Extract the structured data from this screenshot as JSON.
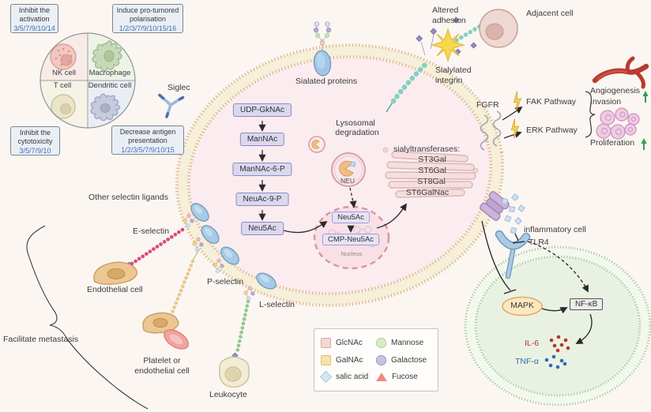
{
  "immune": {
    "box_activation": {
      "l1": "Inhibit the",
      "l2": "activation",
      "nums": "3/5/7/9/10/14"
    },
    "box_polarisation": {
      "l1": "Induce pro-tumored",
      "l2": "polarisation",
      "nums": "1/2/3/7/9/10/15/16"
    },
    "box_cytotoxicity": {
      "l1": "Inhibit the",
      "l2": "cytotoxicity",
      "nums": "3/5/7/9/10"
    },
    "box_antigen": {
      "l1": "Decrease antigen",
      "l2": "presentation",
      "nums": "1/2/3/5/7/9/10/15"
    },
    "nk": "NK cell",
    "macrophage": "Macrophage",
    "t": "T cell",
    "dendritic": "Dendritic cell",
    "siglec": "Siglec"
  },
  "tumor": {
    "sialated_proteins": "Sialated proteins",
    "pathway": [
      "UDP-GkNAc",
      "ManNAc",
      "ManNAc-6-P",
      "NeuAc-9-P",
      "Neu5Ac"
    ],
    "lysosomal_l1": "Lysosomal",
    "lysosomal_l2": "degradation",
    "neu": "NEU",
    "st_title": "sialyltransferases:",
    "st_list": [
      "ST3Gal",
      "ST6Gal",
      "ST8Gal",
      "ST6GalNac"
    ],
    "nuc_neu5ac": "Neu5Ac",
    "nuc_cmp": "CMP-Neu5Ac",
    "nucleus": "Nucleus"
  },
  "adhesion": {
    "altered_l1": "Altered",
    "altered_l2": "adhesion",
    "adjacent": "Adjacent cell",
    "integrin_l1": "Sialylated",
    "integrin_l2": "integrin"
  },
  "signaling": {
    "fgfr": "FGFR",
    "fak": "FAK Pathway",
    "erk": "ERK Pathway",
    "angiogenesis": "Angiogenesis",
    "invasion": "Invasion",
    "proliferation": "Proliferation"
  },
  "selectins": {
    "other": "Other selectin ligands",
    "e": "E-selectin",
    "p": "P-selectin",
    "l": "L-selectin",
    "endothelial": "Endothelial cell",
    "platelet_l1": "Platelet or",
    "platelet_l2": "endothelial cell",
    "leukocyte": "Leukocyte",
    "facilitate": "Facilitate metastasis"
  },
  "inflammation": {
    "cell": "inflammatory cell",
    "tlr4": "TLR4",
    "mapk": "MAPK",
    "nfkb": "NF-κB",
    "il6": "IL-6",
    "tnfa": "TNF-α"
  },
  "legend": {
    "glcnac": "GlcNAc",
    "galnac": "GalNAc",
    "salic": "salic acid",
    "mannose": "Mannose",
    "galactose": "Galactose",
    "fucose": "Fucose"
  },
  "colors": {
    "numbers_blue": "#3f6fbe",
    "il6_red": "#b5342e",
    "tnf_blue": "#2e6cb0",
    "membrane_tan": "#d8b78c",
    "tumor_interior": "#fbecef",
    "green_cell_border": "#a6cb9e",
    "up_arrow_green": "#2e9e4f",
    "pathway_box": "#dbd8ee",
    "info_box": "#e9eff5",
    "legend_glcnac": "#f2d7d3",
    "legend_galnac": "#f6e3ac",
    "legend_salic": "#d6e6f3",
    "legend_mannose": "#d9edc5",
    "legend_galactose": "#c9c3e2",
    "legend_fucose": "#ec8c80"
  }
}
